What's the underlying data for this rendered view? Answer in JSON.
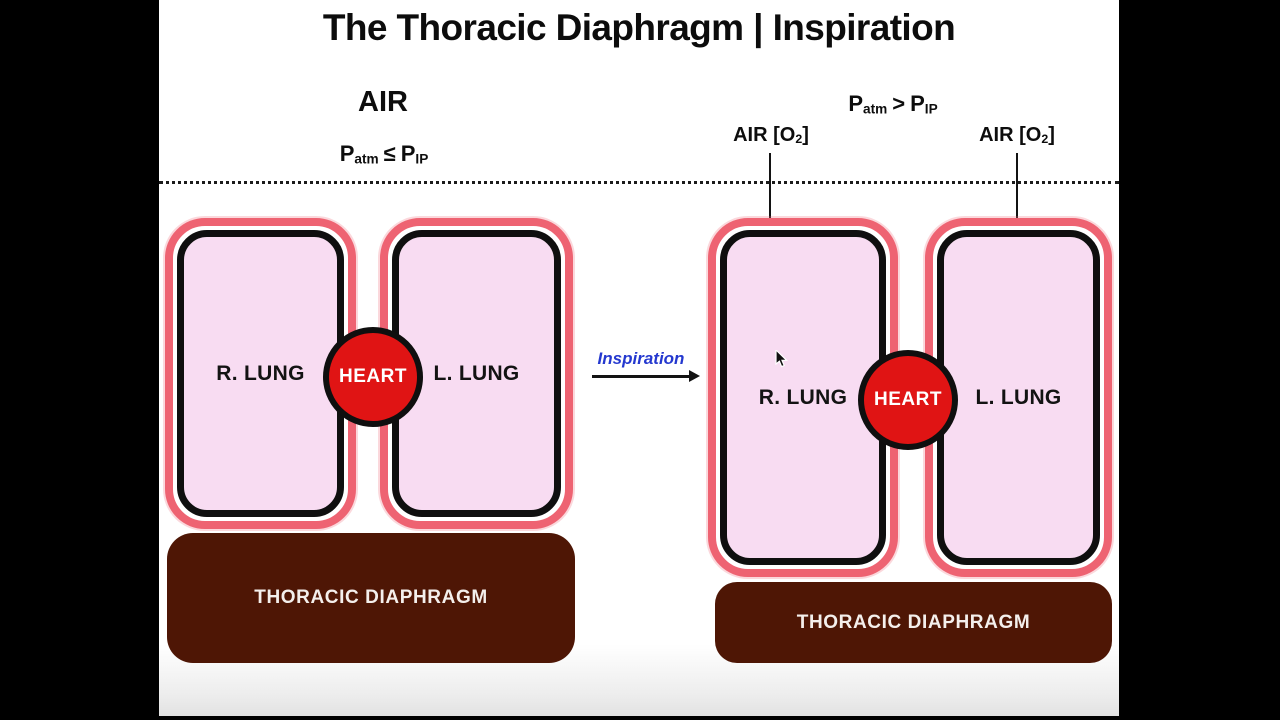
{
  "title": "The Thoracic Diaphragm | Inspiration",
  "colors": {
    "lung_fill": "#f8dcf2",
    "pleura": "#ee6372",
    "heart_red": "#e01414",
    "diaphragm_brown": "#4e1605",
    "inspiration_blue": "#2438cf"
  },
  "left_panel": {
    "air_label": "AIR",
    "pressure": {
      "p1": "P",
      "s1": "atm",
      "op": "≤",
      "p2": "P",
      "s2": "IP"
    },
    "r_lung": "R. LUNG",
    "heart": "HEART",
    "l_lung": "L. LUNG",
    "diaphragm": "THORACIC DIAPHRAGM"
  },
  "right_panel": {
    "pressure": {
      "p1": "P",
      "s1": "atm",
      "op": ">",
      "p2": "P",
      "s2": "IP"
    },
    "air_o2_left": {
      "pre": "AIR [O",
      "sub": "2",
      "post": "]"
    },
    "air_o2_right": {
      "pre": "AIR [O",
      "sub": "2",
      "post": "]"
    },
    "r_lung": "R. LUNG",
    "heart": "HEART",
    "l_lung": "L. LUNG",
    "diaphragm": "THORACIC DIAPHRAGM"
  },
  "transition": {
    "label": "Inspiration"
  },
  "icons": {
    "air_flow": "down-arrow",
    "inspiration": "right-arrow",
    "pointer": "mouse-cursor"
  }
}
